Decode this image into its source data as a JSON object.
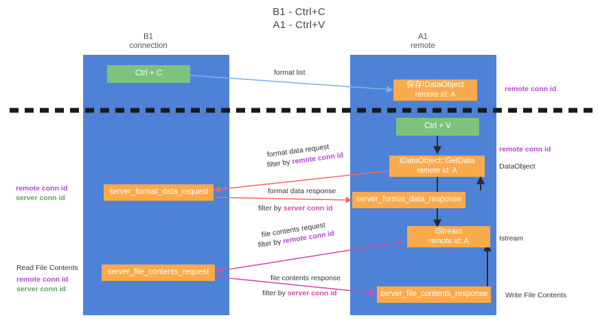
{
  "title": {
    "line1": "B1 - Ctrl+C",
    "line2": "A1 - Ctrl+V"
  },
  "columns": [
    {
      "name": "B1",
      "sub": "connection"
    },
    {
      "name": "A1",
      "sub": "remote"
    }
  ],
  "nodes": {
    "ctrl_c": {
      "label": "Ctrl + C"
    },
    "save_dataobject": {
      "line1": "保存IDataObject",
      "line2": "remote id: A"
    },
    "ctrl_v": {
      "label": "Ctrl + V"
    },
    "getdata": {
      "line1": "IDataObject::GetData",
      "line2": "remote id: A"
    },
    "server_format_data_request": {
      "label": "server_format_data_request"
    },
    "server_format_data_response": {
      "label": "server_format_data_response"
    },
    "istream": {
      "line1": "IStream",
      "line2": "remote id: A"
    },
    "server_file_contents_request": {
      "label": "server_file_contents_request"
    },
    "server_file_contents_response": {
      "label": "server_file_contents_response"
    }
  },
  "edges": {
    "format_list": "format list",
    "format_data_request": "format data request",
    "format_data_request_filter_prefix": "filter by ",
    "format_data_request_filter_value": "remote conn id",
    "format_data_response": "format data response",
    "format_data_response_filter_prefix": "filter by ",
    "format_data_response_filter_value": "server conn id",
    "file_contents_request": "file contents request",
    "file_contents_request_filter_prefix": "filter by ",
    "file_contents_request_filter_value": "remote conn id",
    "file_contents_response": "file contents response",
    "file_contents_response_filter_prefix": "filter by ",
    "file_contents_response_filter_value": "server conn id"
  },
  "annotations": {
    "right_remote_conn_id_top": "remote conn id",
    "right_remote_conn_id_mid": "remote conn id",
    "right_dataobject": "DataObject",
    "right_istream": "Istream",
    "right_write_file_contents": "Write File Contents",
    "left_remote_conn_id": "remote conn id",
    "left_server_conn_id": "server conn id",
    "left_read_file_contents": "Read File Contents",
    "left_bottom_remote_conn_id": "remote conn id",
    "left_bottom_server_conn_id": "server conn id"
  },
  "colors": {
    "lane": "#4d82d6",
    "green_node": "#7dc27d",
    "orange_node": "#f9aa4b",
    "purple": "#b44ad0",
    "magenta": "#cf4fa8",
    "green_text": "#5aa85a",
    "arrow_blue": "#7fb3e8",
    "arrow_red": "#ef6b66",
    "arrow_dark": "#2b2b2b",
    "divider": "#1a1a1a"
  }
}
